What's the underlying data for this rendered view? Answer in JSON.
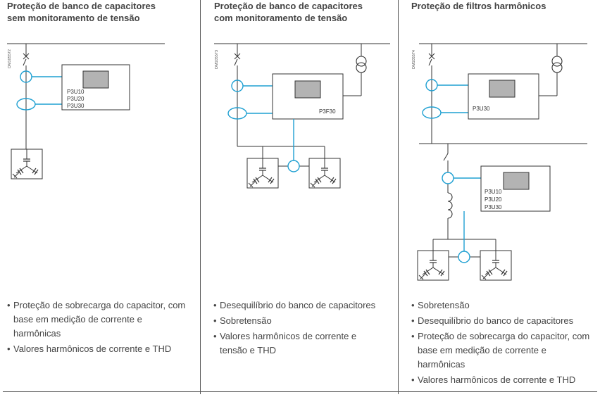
{
  "columns": [
    {
      "title_l1": "Proteção de banco de capacitores",
      "title_l2": "sem monitoramento de tensão",
      "code": "DM105572",
      "relay_labels": [
        "P3U10",
        "P3U20",
        "P3U30"
      ],
      "bullets": [
        "Proteção de sobrecarga do capacitor, com base em medição de corrente e harmônicas",
        "Valores harmônicos de corrente e THD"
      ]
    },
    {
      "title_l1": "Proteção de banco de capacitores",
      "title_l2": "com monitoramento de tensão",
      "code": "DM105573",
      "relay_labels": [
        "P3F30"
      ],
      "bullets": [
        "Desequilíbrio do banco de capacitores",
        "Sobretensão",
        "Valores harmônicos de corrente e tensão e THD"
      ]
    },
    {
      "title_l1": "Proteção de filtros harmônicos",
      "code": "DM105574",
      "relay_labels": [
        "P3U30",
        "P3U10",
        "P3U20",
        "P3U30"
      ],
      "bullets": [
        "Sobretensão",
        "Desequilíbrio do banco de capacitores",
        "Proteção de sobrecarga do capacitor, com base em medição de corrente e harmônicas",
        "Valores harmônicos de corrente e THD"
      ]
    }
  ],
  "colors": {
    "wire": "#333333",
    "signal": "#1fa0d2",
    "screen": "#b3b3b3"
  }
}
